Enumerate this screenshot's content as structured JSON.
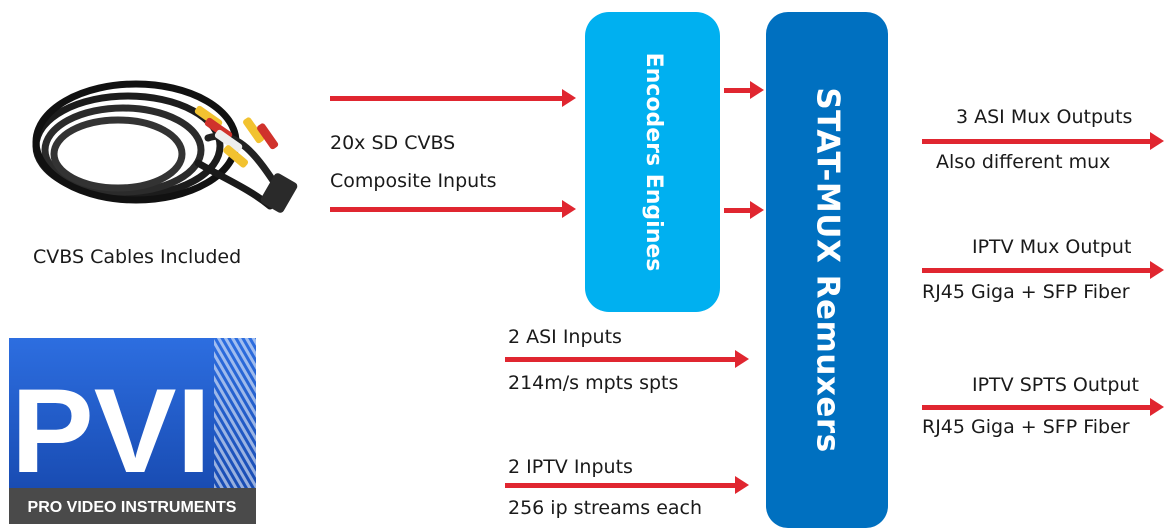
{
  "cables": {
    "label": "CVBS Cables Included"
  },
  "cvbs_inputs": {
    "line1": "20x SD CVBS",
    "line2": "Composite Inputs"
  },
  "encoders": {
    "label": "Encoders Engines"
  },
  "statmux": {
    "label": "STAT-MUX Remuxers"
  },
  "asi_inputs": {
    "title": "2 ASI Inputs",
    "detail": "214m/s mpts spts"
  },
  "iptv_inputs": {
    "title": "2 IPTV Inputs",
    "detail": "256 ip streams each"
  },
  "outputs": [
    {
      "title": "3 ASI Mux Outputs",
      "detail": "Also different mux"
    },
    {
      "title": "IPTV Mux Output",
      "detail": "RJ45 Giga + SFP Fiber"
    },
    {
      "title": "IPTV SPTS Output",
      "detail": "RJ45 Giga + SFP Fiber"
    }
  ],
  "logo": {
    "letters": "PVI",
    "tagline": "PRO VIDEO INSTRUMENTS"
  },
  "colors": {
    "arrow": "#e02630",
    "encoder_box": "#00b0f0",
    "mux_box": "#0070c0",
    "logo_blue": "#1f57c3"
  }
}
